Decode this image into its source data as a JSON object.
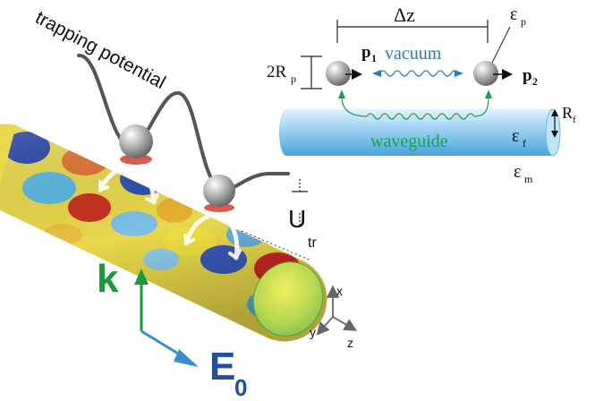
{
  "colors": {
    "k_arrow": "#1a9a3a",
    "e0_arrow": "#3a8fc8",
    "e0_label": "#1f4fa0",
    "vacuum_label": "#1e7fc0",
    "waveguide_label": "#18a050",
    "potential_curve": "#555555",
    "waveguide_fill": "#9fd0f0"
  },
  "labels": {
    "trapping_potential": "trapping potential",
    "u_main": "U",
    "u_sub": "tr",
    "k": "k",
    "e0_main": "E",
    "e0_sub": "0",
    "axis_x": "x",
    "axis_y": "y",
    "axis_z": "z",
    "delta_z": "Δz",
    "two_rp_main": "2R",
    "two_rp_sub": "p",
    "p1_main": "p",
    "p1_sub": "1",
    "p2_main": "p",
    "p2_sub": "2",
    "vacuum": "vacuum",
    "waveguide": "waveguide",
    "eps_p_main": "ε",
    "eps_p_sub": "p",
    "eps_f_main": "ε",
    "eps_f_sub": "f",
    "eps_m_main": "ε",
    "eps_m_sub": "m",
    "rf_main": "R",
    "rf_sub": "f"
  },
  "icons": [
    "particle-sphere",
    "wave-arrow",
    "coordinate-axes-icon"
  ]
}
